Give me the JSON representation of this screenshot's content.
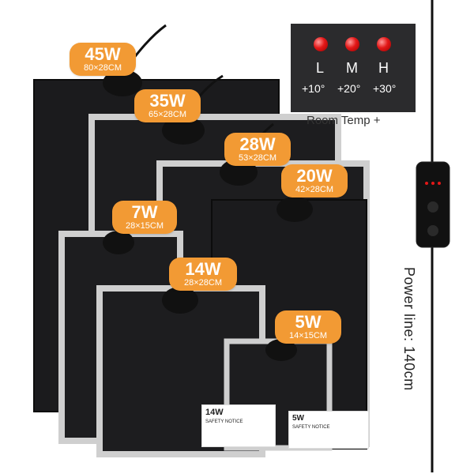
{
  "mats": [
    {
      "watts": "45W",
      "dims": "80×28CM"
    },
    {
      "watts": "35W",
      "dims": "65×28CM"
    },
    {
      "watts": "28W",
      "dims": "53×28CM"
    },
    {
      "watts": "20W",
      "dims": "42×28CM"
    },
    {
      "watts": "7W",
      "dims": "28×15CM"
    },
    {
      "watts": "14W",
      "dims": "28×28CM"
    },
    {
      "watts": "5W",
      "dims": "14×15CM"
    }
  ],
  "controller": {
    "levels": [
      {
        "letter": "L",
        "temp": "+10°"
      },
      {
        "letter": "M",
        "temp": "+20°"
      },
      {
        "letter": "H",
        "temp": "+30°"
      }
    ],
    "led_color": "#e31818"
  },
  "room_temp_label": "Room Temp +",
  "power_line_label": "Power line: 140cm",
  "labels": {
    "label_14w": "14W",
    "label_5w": "5W",
    "safety_notice": "SAFETY NOTICE"
  },
  "colors": {
    "badge": "#f29a34",
    "mat": "#1b1b1d",
    "edge": "#c8c8c8"
  }
}
